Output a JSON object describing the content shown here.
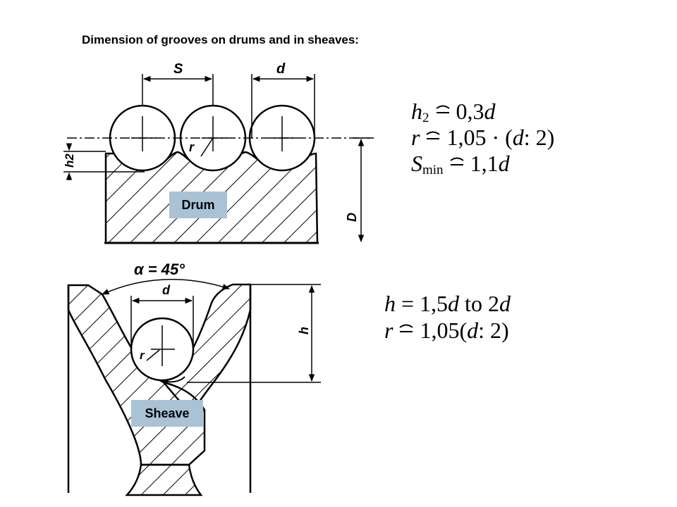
{
  "title": "Dimension of grooves on drums and in sheaves:",
  "drum": {
    "tag": "Drum",
    "labels": {
      "s": "S",
      "d": "d",
      "r": "r",
      "h2": "h2",
      "D": "D"
    }
  },
  "sheave": {
    "tag": "Sheave",
    "labels": {
      "alpha": "α = 45°",
      "d": "d",
      "r": "r",
      "h": "h"
    }
  },
  "drum_formulas": {
    "line1": {
      "lhs": "h",
      "sub": "2",
      "rhs": "0,3",
      "var": "d"
    },
    "line2": {
      "lhs": "r",
      "rhs": "1,05 · (",
      "var": "d",
      "tail": ": 2)"
    },
    "line3": {
      "lhs": "S",
      "sub": "min",
      "rhs": "1,1",
      "var": "d"
    }
  },
  "sheave_formulas": {
    "line1": {
      "lhs": "h",
      "eq": "=",
      "rhs": "1,5",
      "var1": "d",
      "mid": " to 2",
      "var2": "d"
    },
    "line2": {
      "lhs": "r",
      "rhs": "1,05(",
      "var": "d",
      "tail": ": 2)"
    }
  }
}
